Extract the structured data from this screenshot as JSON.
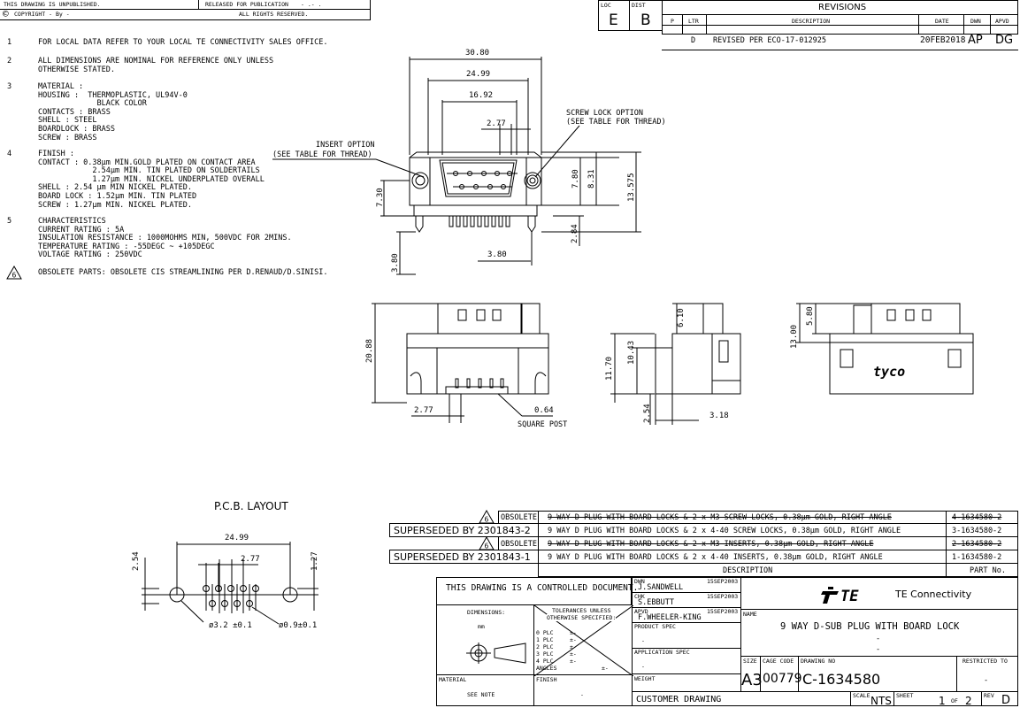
{
  "header": {
    "unpublished": "THIS DRAWING IS UNPUBLISHED.",
    "released": "RELEASED FOR PUBLICATION",
    "released_val": "- .-  .",
    "copyright": "COPYRIGHT  -      By -",
    "copyright_symbol": "©",
    "rights": "ALL RIGHTS RESERVED.",
    "loc_label": "LOC",
    "loc_value": "E",
    "dist_label": "DIST",
    "dist_value": "B"
  },
  "revisions": {
    "title": "REVISIONS",
    "cols": [
      "P",
      "LTR",
      "DESCRIPTION",
      "DATE",
      "DWN",
      "APVD"
    ],
    "row": {
      "ltr": "D",
      "desc": "REVISED PER ECO-17-012925",
      "date": "20FEB2018",
      "dwn": "AP",
      "apvd": "DG"
    }
  },
  "notes": [
    {
      "num": "1",
      "text": "FOR LOCAL DATA REFER TO YOUR LOCAL TE CONNECTIVITY SALES OFFICE."
    },
    {
      "num": "2",
      "text": "ALL DIMENSIONS ARE NOMINAL FOR REFERENCE ONLY UNLESS\nOTHERWISE STATED."
    },
    {
      "num": "3",
      "text": "MATERIAL :\nHOUSING :  THERMOPLASTIC, UL94V-0\n             BLACK COLOR\nCONTACTS : BRASS\nSHELL : STEEL\nBOARDLOCK : BRASS\nSCREW : BRASS"
    },
    {
      "num": "4",
      "text": "FINISH :\nCONTACT : 0.38µm MIN.GOLD PLATED ON CONTACT AREA\n            2.54µm MIN. TIN PLATED ON SOLDERTAILS\n            1.27µm MIN. NICKEL UNDERPLATED OVERALL\nSHELL : 2.54 µm MIN NICKEL PLATED.\nBOARD LOCK : 1.52µm MIN. TIN PLATED\nSCREW : 1.27µm MIN. NICKEL PLATED."
    },
    {
      "num": "5",
      "text": "CHARACTERISTICS\nCURRENT RATING : 5A\nINSULATION RESISTANCE : 1000MOHMS MIN, 500VDC FOR 2MINS.\nTEMPERATURE RATING : -55DEGC ~ +105DEGC\nVOLTAGE RATING : 250VDC"
    },
    {
      "num": "6",
      "text": "OBSOLETE PARTS: OBSOLETE CIS STREAMLINING PER D.RENAUD/D.SINISI."
    }
  ],
  "front_view": {
    "dim_overall": "30.80",
    "dim_shell": "24.99",
    "dim_pins": "16.92",
    "dim_pitch": "2.77",
    "screw_lock_1": "SCREW LOCK OPTION",
    "screw_lock_2": "(SEE TABLE FOR THREAD)",
    "insert_1": "INSERT OPTION",
    "insert_2": "(SEE TABLE FOR THREAD)",
    "dim_780": "7.80",
    "dim_831": "8.31",
    "dim_13575": "13.575",
    "dim_730": "7.30",
    "dim_284": "2.84",
    "dim_380a": "3.80",
    "dim_380b": "3.80"
  },
  "views": {
    "dim_2088": "20.88",
    "dim_277": "2.77",
    "dim_064": "0.64",
    "square_post": "SQUARE POST",
    "dim_610": "6.10",
    "dim_1170": "11.70",
    "dim_1043": "10.43",
    "dim_254": "2.54",
    "dim_318": "3.18",
    "dim_1300": "13.00",
    "dim_580": "5.80",
    "logo_text": "tyco"
  },
  "pcb": {
    "title": "P.C.B. LAYOUT",
    "dim_2499": "24.99",
    "dim_277": "2.77",
    "dim_254": "2.54",
    "dim_127": "1.27",
    "hole_big": "ø3.2  ±0.1",
    "hole_small": "ø0.9±0.1"
  },
  "parts": {
    "rows": [
      {
        "prefix": "OBSOLETE",
        "prefix_type": "obsolete",
        "desc": "9 WAY D PLUG WITH BOARD LOCKS & 2 x M3 SCREW LOCKS, 0.38µm GOLD, RIGHT ANGLE",
        "part": "4-1634580-2",
        "strike": true
      },
      {
        "prefix": "SUPERSEDED BY 2301843-2",
        "prefix_type": "superseded",
        "desc": "9 WAY D PLUG WITH BOARD LOCKS & 2 x 4-40 SCREW LOCKS, 0.38µm GOLD, RIGHT ANGLE",
        "part": "3-1634580-2",
        "strike": false
      },
      {
        "prefix": "OBSOLETE",
        "prefix_type": "obsolete",
        "desc": "9 WAY D PLUG WITH BOARD LOCKS & 2 x M3 INSERTS, 0.38µm GOLD, RIGHT ANGLE",
        "part": "2-1634580-2",
        "strike": true
      },
      {
        "prefix": "SUPERSEDED BY 2301843-1",
        "prefix_type": "superseded",
        "desc": "9 WAY D PLUG WITH BOARD LOCKS & 2 x 4-40 INSERTS, 0.38µm GOLD, RIGHT ANGLE",
        "part": "1-1634580-2",
        "strike": false
      }
    ],
    "flag_num": "6",
    "desc_header": "DESCRIPTION",
    "part_header": "PART No."
  },
  "title_block": {
    "controlled": "THIS DRAWING IS A CONTROLLED DOCUMENT.",
    "dimensions_label": "DIMENSIONS:",
    "dimensions_unit": "mm",
    "tolerances_1": "TOLERANCES UNLESS",
    "tolerances_2": "OTHERWISE SPECIFIED:",
    "plc": [
      "0 PLC",
      "1 PLC",
      "2 PLC",
      "3 PLC",
      "4 PLC",
      "ANGLES"
    ],
    "plc_val": "±-",
    "material_label": "MATERIAL",
    "material_value": "SEE NOTE",
    "finish_label": "FINISH",
    "finish_value": "-",
    "dwn_label": "DWN",
    "dwn_name": "J.SANDWELL",
    "dwn_date": "15SEP2003",
    "chk_label": "CHK",
    "chk_name": "S.EBBUTT",
    "chk_date": "15SEP2003",
    "apvd_label": "APVD",
    "apvd_name": "F.WHEELER-KING",
    "apvd_date": "15SEP2003",
    "product_spec": "PRODUCT SPEC",
    "product_spec_val": "-",
    "application_spec": "APPLICATION SPEC",
    "application_spec_val": "-",
    "weight": "WEIGHT",
    "customer_drawing": "CUSTOMER DRAWING",
    "company": "TE Connectivity",
    "logo": "TE",
    "name_label": "NAME",
    "name_value": "9 WAY D-SUB PLUG WITH BOARD LOCK",
    "name_dash1": "-",
    "name_dash2": "-",
    "size_label": "SIZE",
    "size_value": "A3",
    "cage_label": "CAGE CODE",
    "cage_value": "00779",
    "drawing_no_label": "DRAWING NO",
    "drawing_no_value": "C-1634580",
    "restricted_label": "RESTRICTED TO",
    "restricted_value": "-",
    "scale_label": "SCALE",
    "scale_value": "NTS",
    "sheet_label": "SHEET",
    "sheet_value": "1",
    "sheet_of": "OF",
    "sheet_total": "2",
    "rev_label": "REV",
    "rev_value": "D"
  }
}
